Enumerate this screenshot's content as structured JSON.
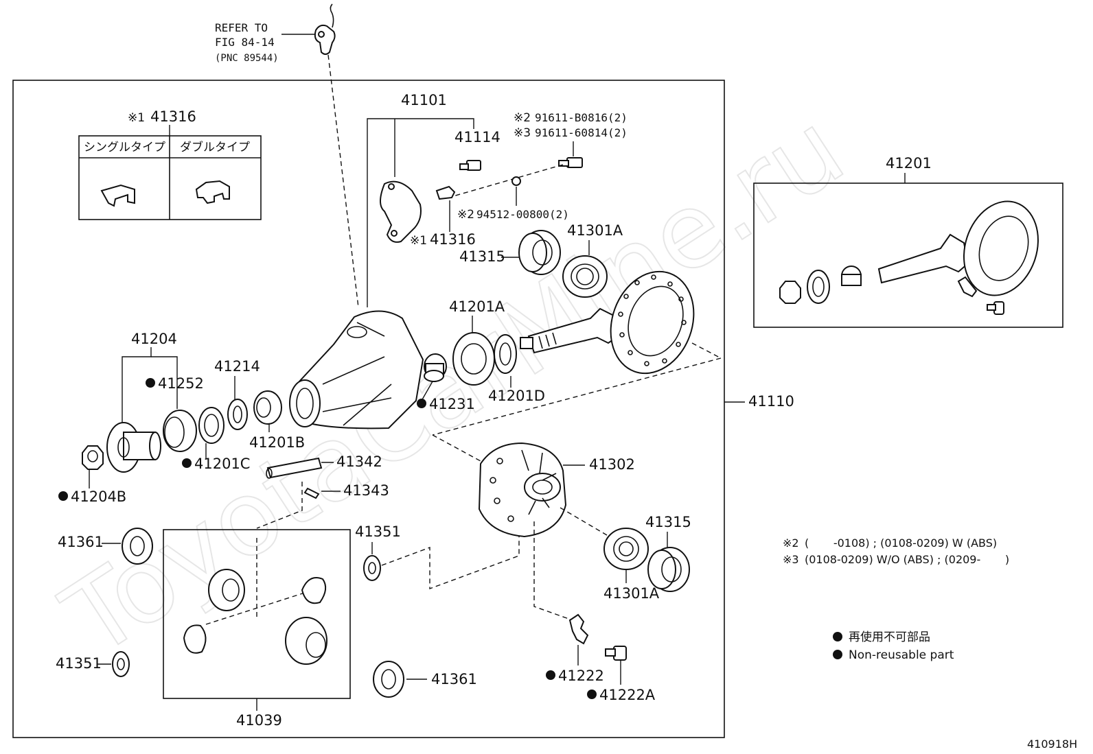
{
  "watermark": "ToyotaCarMine.ru",
  "refer": {
    "line1": "REFER TO",
    "line2": "FIG 84-14",
    "line3": "(PNC 89544)"
  },
  "inset": {
    "note_mark": "※1",
    "part": "41316",
    "col_single": "シングルタイプ",
    "col_double": "ダブルタイプ"
  },
  "labels": {
    "p41101": "41101",
    "p41114": "41114",
    "bolt_note2_mark": "※2",
    "bolt_note2": "91611-B0816(2)",
    "bolt_note3_mark": "※3",
    "bolt_note3": "91611-60814(2)",
    "washer_mark": "※2",
    "washer": "94512-00800(2)",
    "p41316_mark": "※1",
    "p41316": "41316",
    "p41315_top": "41315",
    "p41301a_top": "41301A",
    "p41201": "41201",
    "p41201a": "41201A",
    "p41204": "41204",
    "p41252": "41252",
    "p41214": "41214",
    "p41231": "41231",
    "p41201d": "41201D",
    "p41110": "41110",
    "p41201b": "41201B",
    "p41201c": "41201C",
    "p41204b": "41204B",
    "p41342": "41342",
    "p41343": "41343",
    "p41302": "41302",
    "p41361_l": "41361",
    "p41351_t": "41351",
    "p41315_b": "41315",
    "p41301a_b": "41301A",
    "p41351_l": "41351",
    "p41361_b": "41361",
    "p41222": "41222",
    "p41222a": "41222A",
    "p41039": "41039"
  },
  "notes": {
    "note2_mark": "※2",
    "note2": "(       -0108) ; (0108-0209) W (ABS)",
    "note3_mark": "※3",
    "note3": "(0108-0209) W/O (ABS) ; (0209-       )"
  },
  "legend": {
    "jp": "再使用不可部品",
    "en": "Non-reusable part"
  },
  "figure_id": "410918H"
}
